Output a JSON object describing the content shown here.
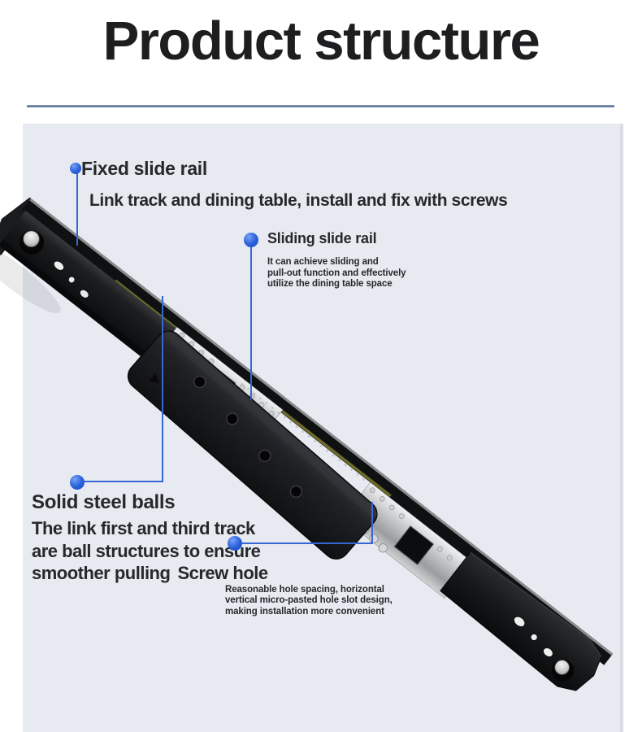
{
  "page": {
    "title": "Product structure",
    "background": "#ffffff",
    "panel_background": "#e8eaf1",
    "underline_color": "#5b7ba6",
    "accent_blue": "#2d63dd",
    "text_color": "#26282c"
  },
  "callouts": {
    "fixed": {
      "title": "Fixed slide rail",
      "subtitle": "Link track and dining table, install and fix with screws"
    },
    "sliding": {
      "title": "Sliding slide rail",
      "description": "It can achieve sliding and\npull-out function and effectively\nutilize the dining table space"
    },
    "steel_balls": {
      "title": "Solid steel balls",
      "line1": "The link first and third track",
      "line2": "are ball structures to ensure",
      "line3": "smoother pulling"
    },
    "screw_hole": {
      "title": "Screw hole",
      "description": "Reasonable hole spacing, horizontal\nvertical micro-pasted hole slot design,\nmaking installation more convenient"
    }
  },
  "image_colors": {
    "rail_black": "#17181a",
    "cage_silver": "#c3c5c7",
    "edge_olive": "#77762f"
  }
}
